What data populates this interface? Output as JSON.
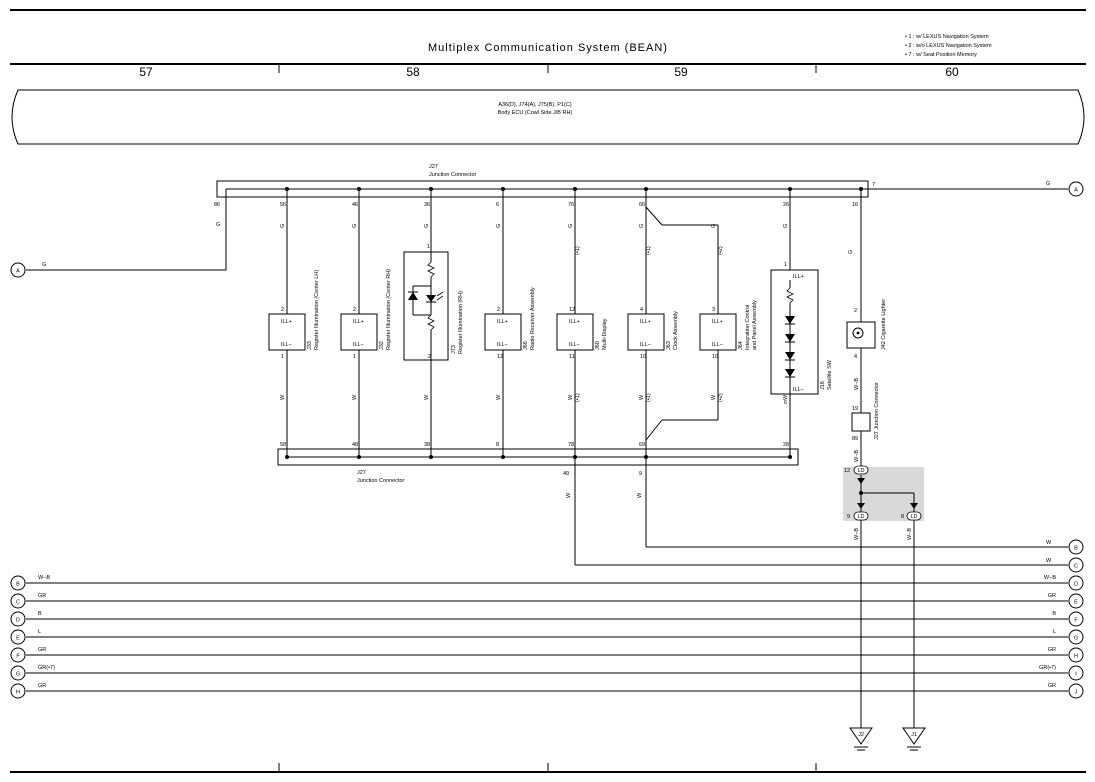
{
  "title": "Multiplex Communication System (BEAN)",
  "notes": [
    "• 1 : w/ LEXUS Navigation System",
    "• 2 : w/o LEXUS Navigation System",
    "• 7 : w/ Seat Position Memory"
  ],
  "columns": [
    "57",
    "58",
    "59",
    "60"
  ],
  "ecu": {
    "line1": "A36(D), J74(A), J75(B), P1(C)",
    "line2": "Body ECU (Cowl Side J/B RH)"
  },
  "top_connector": {
    "line1": "J27",
    "line2": "Junction Connector",
    "left_pin": "86",
    "right_pin": "7",
    "right_wire": "G",
    "right_ref": "A"
  },
  "bottom_connector": {
    "line1": "J27",
    "line2": "Junction Connector"
  },
  "left_input": {
    "ref": "A",
    "wire": "G",
    "vwire": "G"
  },
  "components": [
    {
      "top_pin": "56",
      "wire_top": "G",
      "in_pin": "2",
      "out_pin": "1",
      "t1": "ILL+",
      "t2": "ILL−",
      "label": "J33\nRegister Illumination (Center LH)",
      "wire_bot": "W",
      "bot_pin": "58",
      "note_top": "",
      "note_bot": ""
    },
    {
      "top_pin": "46",
      "wire_top": "G",
      "in_pin": "2",
      "out_pin": "1",
      "t1": "ILL+",
      "t2": "ILL−",
      "label": "J32\nRegister Illumination (Center RH)",
      "wire_bot": "W",
      "bot_pin": "48",
      "note_top": "",
      "note_bot": ""
    },
    {
      "top_pin": "36",
      "wire_top": "G",
      "in_pin": "1",
      "out_pin": "2",
      "t1": "",
      "t2": "",
      "label": "J73\nRegister Illumination (RH)",
      "wire_bot": "W",
      "bot_pin": "38",
      "note_top": "",
      "note_bot": ""
    },
    {
      "top_pin": "6",
      "wire_top": "G",
      "in_pin": "2",
      "out_pin": "12",
      "t1": "ILL+",
      "t2": "ILL−",
      "label": "J66\nRadio Receiver Assembly",
      "wire_bot": "W",
      "bot_pin": "8",
      "note_top": "",
      "note_bot": ""
    },
    {
      "top_pin": "76",
      "wire_top": "G",
      "in_pin": "12",
      "out_pin": "11",
      "t1": "ILL+",
      "t2": "ILL−",
      "label": "J60\nMulti-Display",
      "wire_bot": "W",
      "bot_pin": "78",
      "note_top": "(•1)",
      "note_bot": "(•1)"
    },
    {
      "top_pin": "66",
      "wire_top": "G",
      "in_pin": "4",
      "out_pin": "10",
      "t1": "ILL+",
      "t2": "ILL−",
      "label": "J63\nClock Assembly",
      "wire_bot": "W",
      "bot_pin": "69",
      "note_top": "(•1)",
      "note_bot": "(•1)"
    },
    {
      "top_pin": "",
      "wire_top": "G",
      "in_pin": "3",
      "out_pin": "10",
      "t1": "ILL+",
      "t2": "ILL−",
      "label": "J64\nIntegration Control\nand Panel Assembly",
      "wire_bot": "W",
      "bot_pin": "",
      "note_top": "(•2)",
      "note_bot": "(•2)"
    },
    {
      "top_pin": "26",
      "wire_top": "G",
      "in_pin": "1",
      "out_pin": "6",
      "t1": "ILL+",
      "t2": "ILL−",
      "label": "J16\nSatellite SW",
      "wire_bot": "W",
      "bot_pin": "28",
      "note_top": "",
      "note_bot": ""
    }
  ],
  "lighter": {
    "top_pin": "16",
    "wire_top": "G",
    "in_pin": "2",
    "out_pin": "4",
    "label": "J42\nCigarette Lighter",
    "wire_mid": "W−B",
    "jc_top": "19",
    "jc_bot": "89",
    "jc_label": "J27\nJunction\nConnector",
    "wire_low": "W−B"
  },
  "ld": {
    "text": "LD",
    "pin_top": "12",
    "pin_l": "9",
    "pin_r": "8",
    "wire_l": "W−B",
    "wire_r": "W−B"
  },
  "bottom_pins": {
    "p49": "49",
    "p9": "9",
    "w49": "W",
    "w9": "W"
  },
  "grounds": [
    "J2",
    "J1"
  ],
  "right_outs": [
    {
      "ref": "B",
      "wire": "W"
    },
    {
      "ref": "C",
      "wire": "W"
    }
  ],
  "bus": [
    {
      "l": "B",
      "lw": "W−B",
      "r": "D",
      "rw": "W−B"
    },
    {
      "l": "C",
      "lw": "GR",
      "r": "E",
      "rw": "GR"
    },
    {
      "l": "D",
      "lw": "B",
      "r": "F",
      "rw": "B"
    },
    {
      "l": "E",
      "lw": "L",
      "r": "G",
      "rw": "L"
    },
    {
      "l": "F",
      "lw": "GR",
      "r": "H",
      "rw": "GR"
    },
    {
      "l": "G",
      "lw": "GR(•7)",
      "r": "I",
      "rw": "GR(•7)"
    },
    {
      "l": "H",
      "lw": "GR",
      "r": "J",
      "rw": "GR"
    }
  ]
}
